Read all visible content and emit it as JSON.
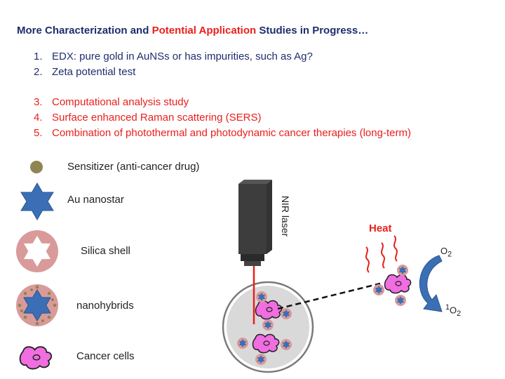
{
  "title": {
    "part1": "More Characterization",
    "part2": " and ",
    "part3": "Potential Application",
    "part4": " Studies in Progress…"
  },
  "list_blue": [
    {
      "num": "1.",
      "text": "EDX: pure gold in AuNSs or has impurities, such as Ag?"
    },
    {
      "num": "2.",
      "text": "Zeta potential test"
    }
  ],
  "list_red": [
    {
      "num": "3.",
      "text": "Computational analysis study"
    },
    {
      "num": "4.",
      "text": "Surface enhanced Raman scattering (SERS)"
    },
    {
      "num": "5.",
      "text": "Combination of photothermal and photodynamic cancer therapies (long-term)"
    }
  ],
  "legend": {
    "sensitizer": "Sensitizer (anti-cancer drug)",
    "nanostar": "Au nanostar",
    "silica": "Silica shell",
    "nanohybrids": "nanohybrids",
    "cancer": "Cancer cells"
  },
  "diagram": {
    "laser_label": "NIR laser",
    "heat_label": "Heat",
    "o2_main": "O",
    "o2_sub": "2",
    "singlet_sup": "1",
    "singlet_main": "O",
    "singlet_sub": "2"
  },
  "colors": {
    "title_blue": "#1f2d6b",
    "accent_red": "#e8201c",
    "star_blue": "#3a6fb5",
    "silica_pink": "#d99a9a",
    "cell_pink": "#f06ee0",
    "sensitizer_olive": "#8f8550"
  }
}
